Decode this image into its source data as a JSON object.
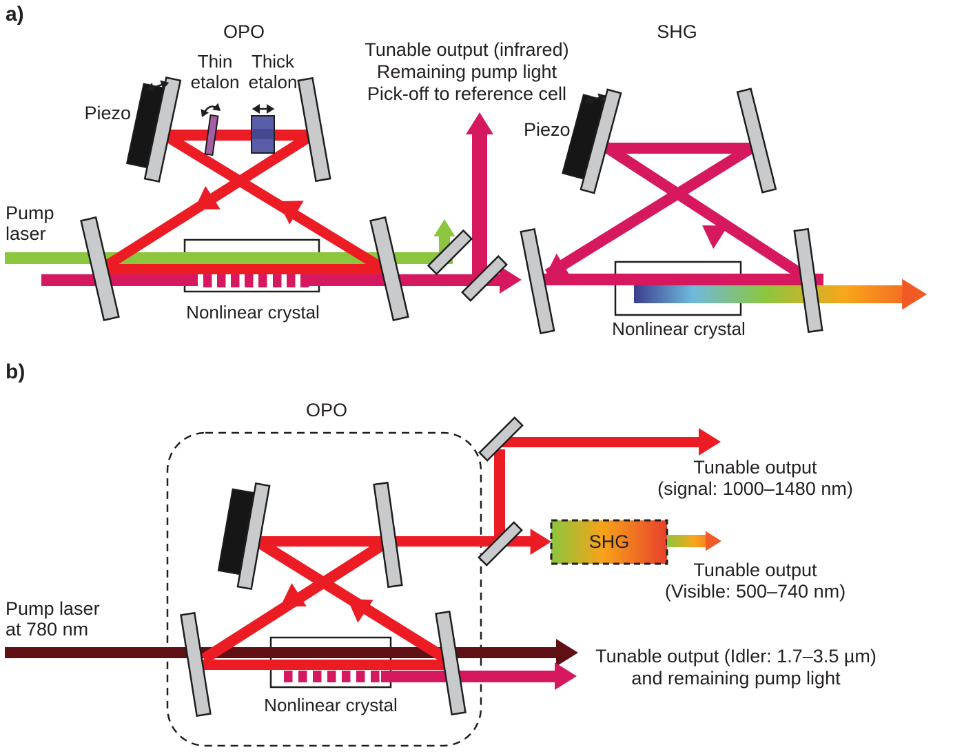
{
  "figure": {
    "type": "optics-diagram",
    "colors": {
      "red": "#EC1C24",
      "magenta": "#D6195F",
      "green": "#8CC63E",
      "maroon": "#5F1015",
      "mirror": "#C9CACC",
      "outline": "#1E1E1E",
      "text": "#231F20",
      "piezo": "#161616",
      "thin_etalon": "#A45FA5",
      "thick_etalon": "#5A5DA8",
      "thick_etalon_band": "#45488E",
      "rainbow_indigo": "#3B3E8F",
      "rainbow_sky": "#6FB9DC",
      "rainbow_green": "#8CC63E",
      "rainbow_amber": "#F9A61B",
      "rainbow_orange": "#F15A24",
      "shg_grad_left": "#8CC63E",
      "shg_grad_mid": "#F7A21A",
      "shg_grad_right": "#E8412C"
    },
    "icons": {
      "piezo_translation": "double-arrow",
      "etalon_translation": "double-arrow",
      "etalon_tilt": "curved-double-arrow"
    }
  },
  "panel_a": {
    "label": "a)",
    "opo_title": "OPO",
    "thin_etalon_label": "Thin etalon",
    "thick_etalon_label": "Thick etalon",
    "piezo_label": "Piezo",
    "pump_laser_label": "Pump laser",
    "output_note": [
      "Tunable output (infrared)",
      "Remaining pump light",
      "Pick-off to reference cell"
    ],
    "shg_title": "SHG",
    "shg_piezo_label": "Piezo",
    "opo_crystal_label": "Nonlinear crystal",
    "shg_crystal_label": "Nonlinear crystal"
  },
  "panel_b": {
    "label": "b)",
    "opo_title": "OPO",
    "pump_laser_lines": [
      "Pump laser",
      "at 780 nm"
    ],
    "signal_output_lines": [
      "Tunable output",
      "(signal: 1000–1480 nm)"
    ],
    "shg_box_label": "SHG",
    "visible_output_lines": [
      "Tunable output",
      "(Visible: 500–740 nm)"
    ],
    "idler_output_lines": [
      "Tunable output (Idler: 1.7–3.5 µm)",
      "and remaining pump light"
    ],
    "crystal_label": "Nonlinear crystal"
  }
}
